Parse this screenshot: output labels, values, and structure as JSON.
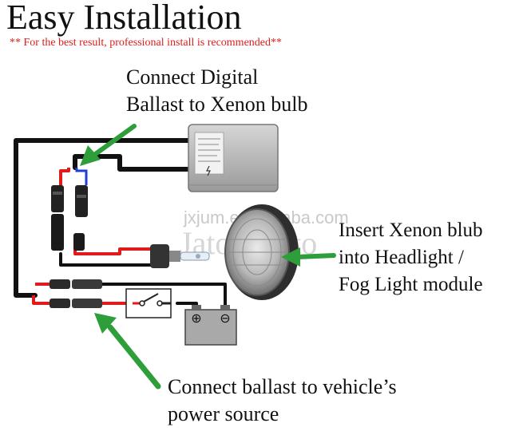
{
  "colors": {
    "arrow": "#2e9e3a",
    "wire_black": "#111111",
    "wire_red": "#e01b1b",
    "wire_blue": "#1e3fd6",
    "ballast_body": "#bdbdbd",
    "battery_body": "#a9a9a9",
    "disclaimer": "#e01b1b",
    "text": "#111111"
  },
  "title": "Easy Installation",
  "disclaimer": "** For the best result, professional install is recommended**",
  "callouts": {
    "ballast_to_bulb": [
      "Connect Digital",
      "Ballast to Xenon bulb"
    ],
    "bulb_to_headlight": [
      "Insert Xenon blub",
      "into Headlight /",
      "Fog Light module"
    ],
    "power_source": [
      "Connect ballast to vehicle’s",
      "power source"
    ]
  },
  "watermarks": {
    "site": "jxjum.en.alibaba.com",
    "brand": "Jaton Auto"
  },
  "battery": {
    "positive_symbol": "⊕",
    "negative_symbol": "⊖"
  },
  "icons": {
    "arrow": "arrow-icon",
    "switch": "switch-icon",
    "battery": "battery-icon",
    "ballast": "ballast-icon",
    "bulb": "xenon-bulb-icon",
    "headlight": "headlight-icon",
    "connector": "connector-icon"
  }
}
